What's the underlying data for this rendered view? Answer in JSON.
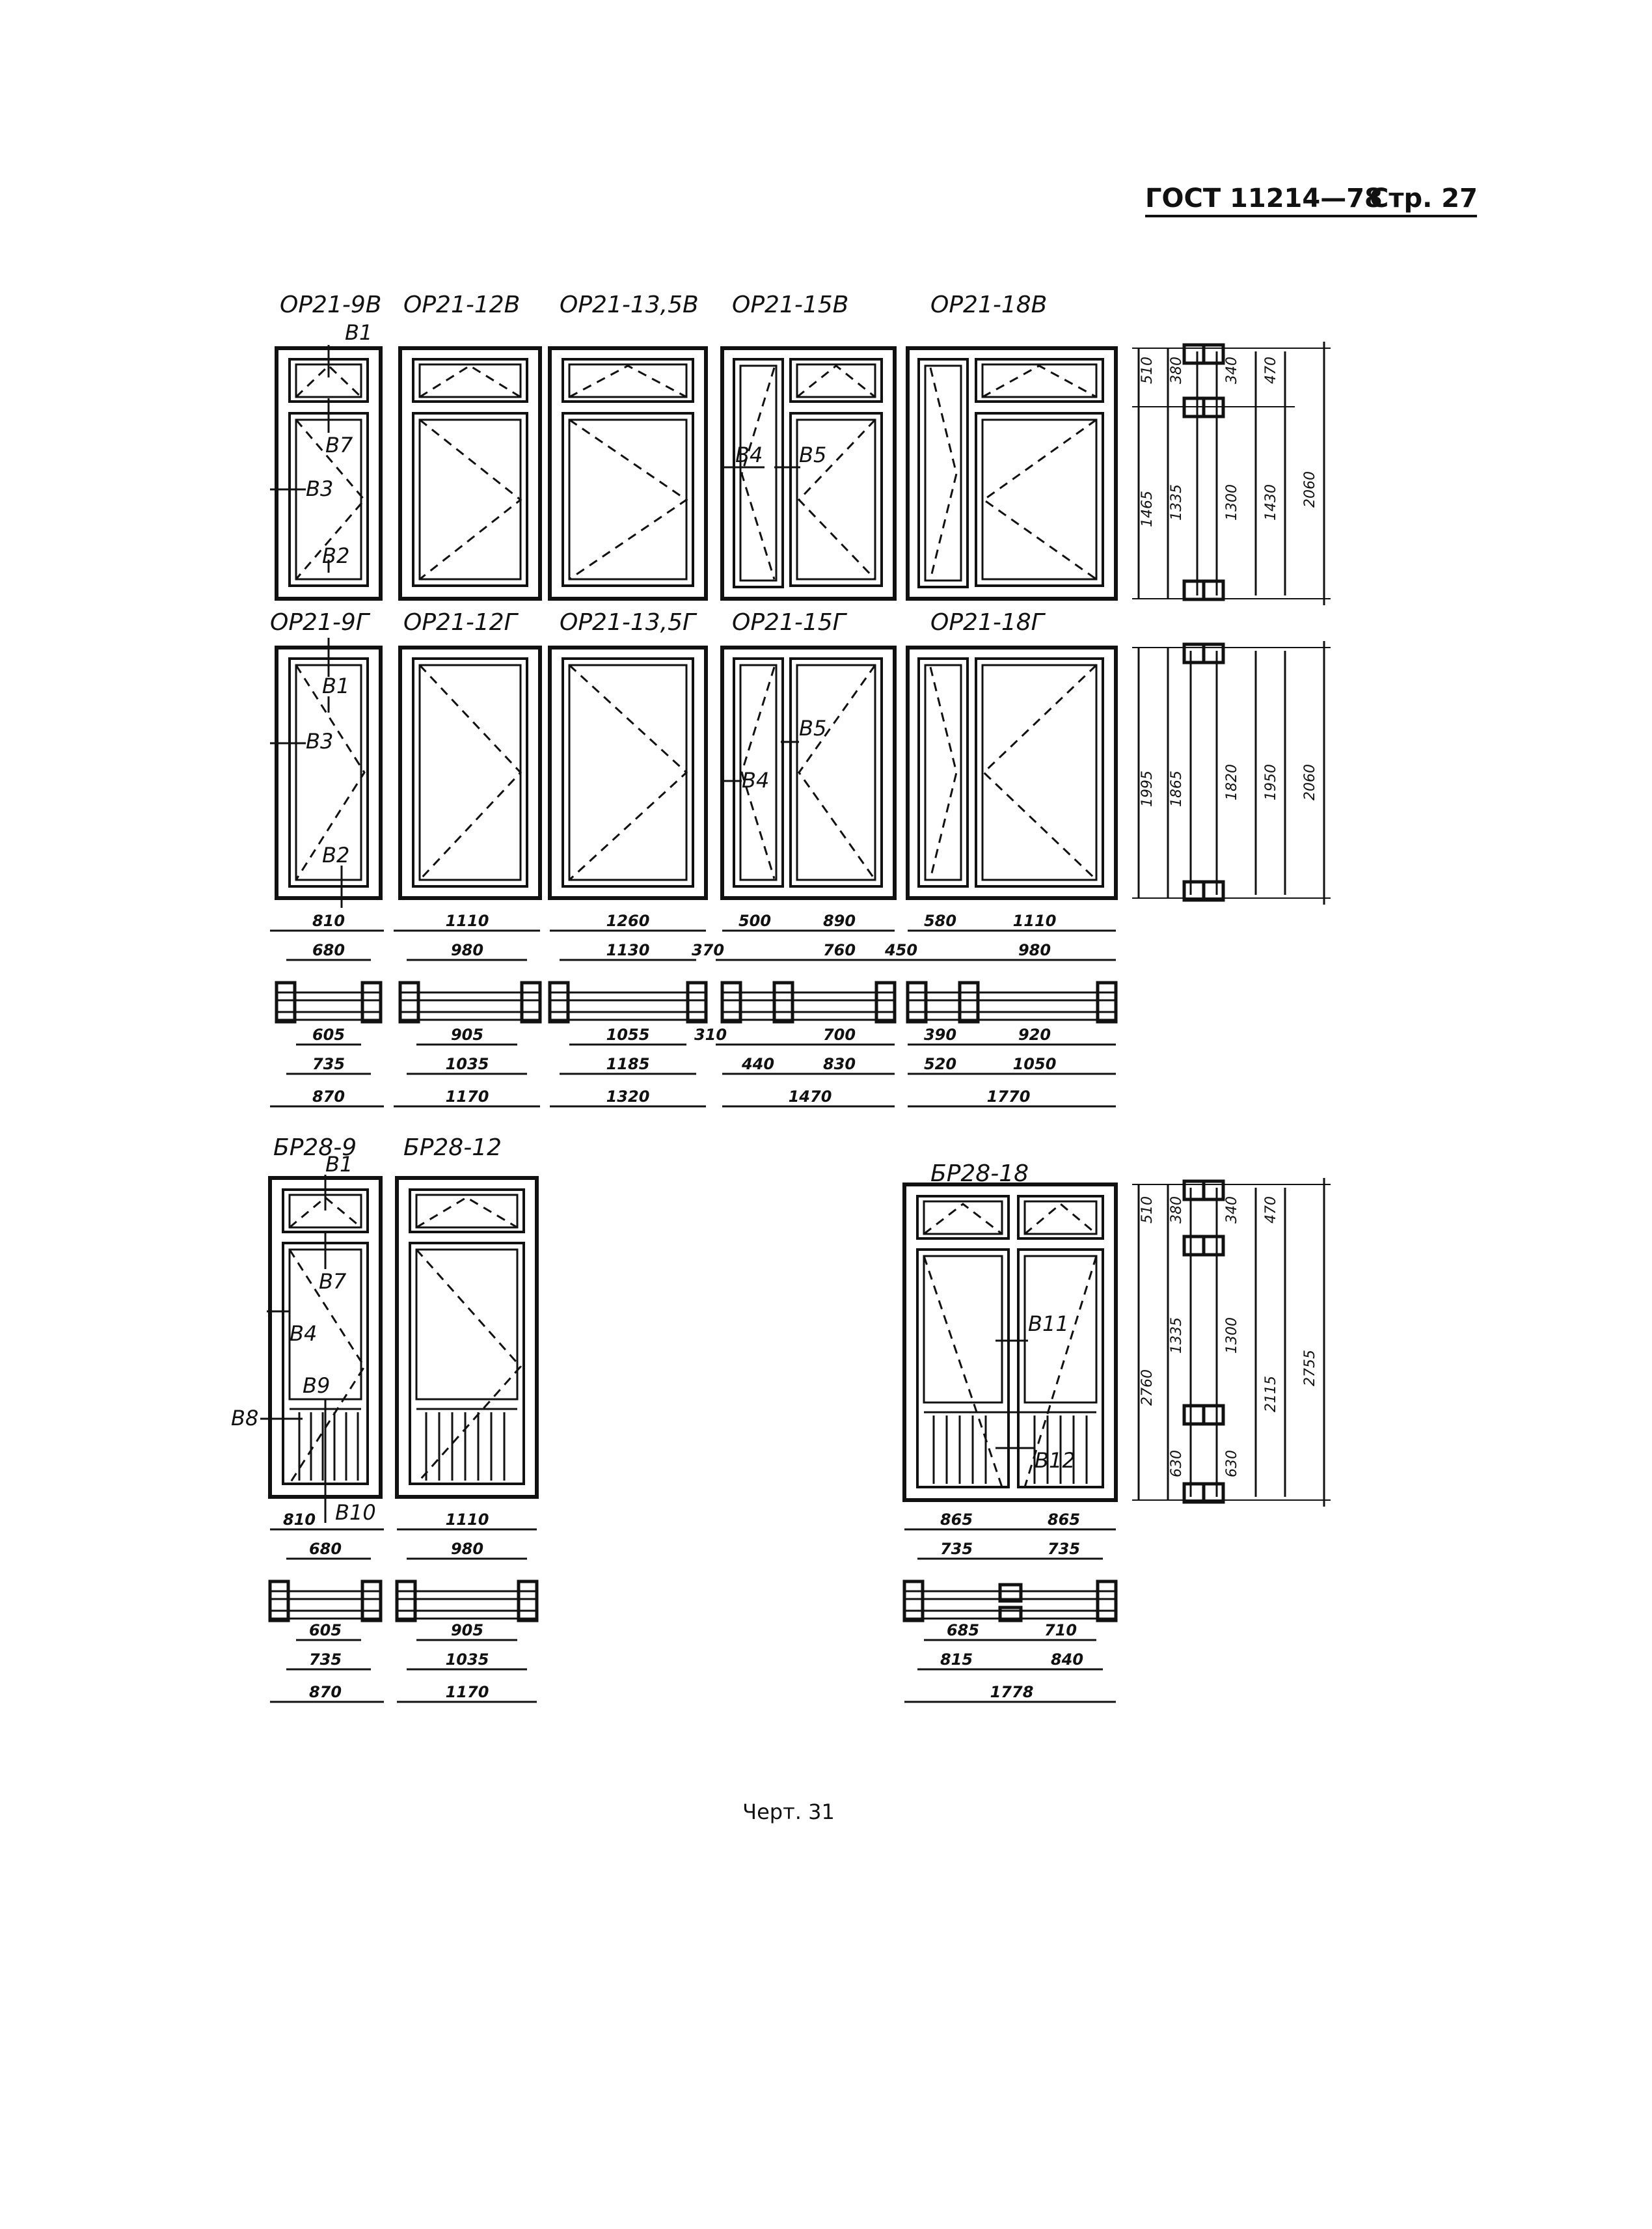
{
  "header": {
    "standard": "ГОСТ 11214—78",
    "page": "Стр. 27"
  },
  "caption": "Черт. 31",
  "rows": {
    "v": {
      "labels": [
        "ОР21-9В",
        "ОР21-12В",
        "ОР21-13,5В",
        "ОР21-15В",
        "ОР21-18В"
      ],
      "dims": {
        "outer": "2060",
        "top": "510",
        "bottom": "1465",
        "transom_inner": "380",
        "transom_glass": "340",
        "transom_out": "470",
        "sash": "1335",
        "glass": "1300",
        "light": "1430"
      }
    },
    "g": {
      "labels": [
        "ОР21-9Г",
        "ОР21-12Г",
        "ОР21-13,5Г",
        "ОР21-15Г",
        "ОР21-18Г"
      ],
      "dims": {
        "outer": "2060",
        "frame": "1995",
        "sash": "1865",
        "glass": "1820",
        "light": "1950"
      }
    }
  },
  "window_marks": {
    "b1": "В1",
    "b7": "В7",
    "b3": "В3",
    "b2": "В2",
    "b4": "В4",
    "b5": "В5"
  },
  "plan_dims": {
    "w9": {
      "top1": "810",
      "top2": "680",
      "bot1": "605",
      "bot2": "735",
      "bot3": "870"
    },
    "w12": {
      "top1": "1110",
      "top2": "980",
      "bot1": "905",
      "bot2": "1035",
      "bot3": "1170"
    },
    "w135": {
      "top1": "1260",
      "top2": "1130",
      "bot1": "1055",
      "bot2": "1185",
      "bot3": "1320"
    },
    "w15": {
      "top1": "500",
      "top1b": "890",
      "top2a": "370",
      "top2b": "760",
      "bot1a": "310",
      "bot1b": "700",
      "bot2a": "440",
      "bot2b": "830",
      "bot3": "1470"
    },
    "w18": {
      "top1": "580",
      "top1b": "1110",
      "top2a": "450",
      "top2b": "980",
      "bot1a": "390",
      "bot1b": "920",
      "bot2a": "520",
      "bot2b": "1050",
      "bot3": "1770"
    }
  },
  "balcony": {
    "labels": [
      "БР28-9",
      "БР28-12",
      "БР28-18"
    ],
    "marks": {
      "b1": "В1",
      "b7": "В7",
      "b4": "В4",
      "b9": "В9",
      "b8": "В8",
      "b10": "В10",
      "b11": "В11",
      "b12": "В12"
    },
    "dims": {
      "outer": "2755",
      "frame": "2760",
      "top": "510",
      "transom_inner": "380",
      "transom_glass": "340",
      "transom_out": "470",
      "sash": "1335",
      "glass": "1300",
      "light": "2115",
      "panel": "630",
      "panel2": "630"
    },
    "plan9": {
      "top1": "810",
      "top2": "680",
      "bot1": "605",
      "bot2": "735",
      "bot3": "870"
    },
    "plan12": {
      "top1": "1110",
      "top2": "980",
      "bot1": "905",
      "bot2": "1035",
      "bot3": "1170"
    },
    "plan18": {
      "top1a": "865",
      "top1b": "865",
      "top2a": "735",
      "top2b": "735",
      "bot1a": "685",
      "bot1b": "710",
      "bot2a": "815",
      "bot2b": "840",
      "bot3": "1778"
    }
  }
}
